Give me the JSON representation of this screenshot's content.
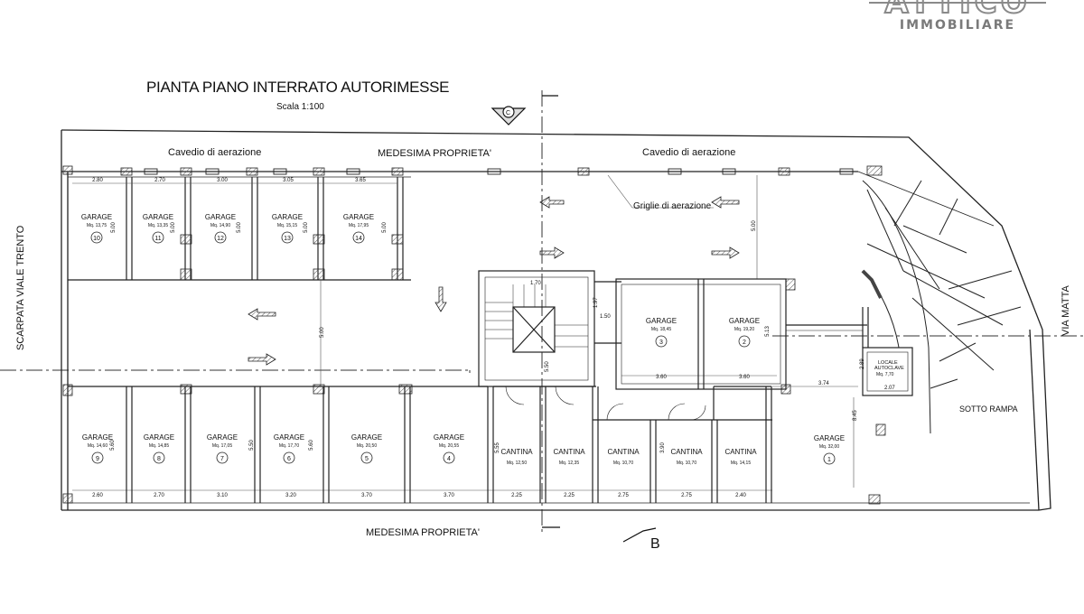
{
  "brand": {
    "name": "ATTICO",
    "subtitle": "IMMOBILIARE"
  },
  "title": "PIANTA PIANO INTERRATO AUTORIMESSE",
  "scale": "Scala 1:100",
  "labels": {
    "cavedio": "Cavedio di aerazione",
    "medesima": "MEDESIMA PROPRIETA'",
    "griglie": "Griglie di aerazione",
    "scarpata": "SCARPATA VIALE TRENTO",
    "via": "VIA MATTA",
    "sotto_rampa": "SOTTO RAMPA",
    "locale": "LOCALE",
    "autoclave": "AUTOCLAVE",
    "autoclave_mq": "Mq. 7,70",
    "section_c": "C",
    "section_b": "B"
  },
  "top_garages": [
    {
      "label": "GARAGE",
      "mq": "Mq. 13,75",
      "num": "10",
      "width": "2.80",
      "depth": "5.00"
    },
    {
      "label": "GARAGE",
      "mq": "Mq. 13,35",
      "num": "11",
      "width": "2.70",
      "depth": "5.00"
    },
    {
      "label": "GARAGE",
      "mq": "Mq. 14,90",
      "num": "12",
      "width": "3.00",
      "depth": "5.00"
    },
    {
      "label": "GARAGE",
      "mq": "Mq. 15,15",
      "num": "13",
      "width": "3.05",
      "depth": "5.00"
    },
    {
      "label": "GARAGE",
      "mq": "Mq. 17,95",
      "num": "14",
      "width": "3.65",
      "depth": "5.00"
    }
  ],
  "bottom_garages": [
    {
      "label": "GARAGE",
      "mq": "Mq. 14,60",
      "num": "9",
      "width": "2.60",
      "depth": "5.60"
    },
    {
      "label": "GARAGE",
      "mq": "Mq. 14,85",
      "num": "8",
      "width": "2.70",
      "depth": ""
    },
    {
      "label": "GARAGE",
      "mq": "Mq. 17,05",
      "num": "7",
      "width": "3.10",
      "depth": ""
    },
    {
      "label": "GARAGE",
      "mq": "Mq. 17,70",
      "num": "6",
      "width": "3.20",
      "depth": "5.50"
    },
    {
      "label": "GARAGE",
      "mq": "Mq. 20,50",
      "num": "5",
      "width": "3.70",
      "depth": "5.60"
    },
    {
      "label": "GARAGE",
      "mq": "Mq. 20,55",
      "num": "4",
      "width": "3.70",
      "depth": ""
    }
  ],
  "cantine": [
    {
      "label": "CANTINA",
      "mq": "Mq. 12,50",
      "width": "2.25",
      "depth": "5.55"
    },
    {
      "label": "CANTINA",
      "mq": "Mq. 12,35",
      "width": "2.25",
      "depth": ""
    },
    {
      "label": "CANTINA",
      "mq": "Mq. 10,70",
      "width": "2.75",
      "depth": ""
    },
    {
      "label": "CANTINA",
      "mq": "Mq. 10,70",
      "width": "2.75",
      "depth": "3.90"
    },
    {
      "label": "CANTINA",
      "mq": "Mq. 14,15",
      "width": "2.40",
      "depth": ""
    }
  ],
  "mid_garages": [
    {
      "label": "GARAGE",
      "mq": "Mq. 18,45",
      "num": "3",
      "width": "3.60"
    },
    {
      "label": "GARAGE",
      "mq": "Mq. 19,20",
      "num": "2",
      "width": "3.60",
      "depth": "5.13"
    }
  ],
  "garage1": {
    "label": "GARAGE",
    "mq": "Mq. 32,00",
    "num": "1"
  },
  "dims": {
    "corridor": "5.00",
    "right_top": "5.00",
    "stair_w": "1.70",
    "stair_a": "1.97",
    "stair_b": "1.50",
    "stair_c": "5.50",
    "g1_w": "3.74",
    "g1_h": "8.45",
    "auto_h": "2.89",
    "auto_w": "2.07"
  }
}
